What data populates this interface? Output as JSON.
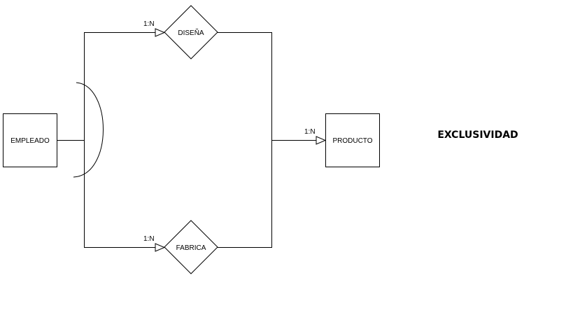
{
  "diagram": {
    "title": "EXCLUSIVIDAD",
    "entities": [
      {
        "id": "empleado",
        "label": "EMPLEADO"
      },
      {
        "id": "producto",
        "label": "PRODUCTO"
      }
    ],
    "relationships": [
      {
        "id": "disena",
        "label": "DISEÑA",
        "cardinality": "1:N"
      },
      {
        "id": "fabrica",
        "label": "FABRICA",
        "cardinality": "1:N"
      }
    ],
    "producto_link": {
      "cardinality": "1:N"
    },
    "constraint": "exclusive-arc"
  }
}
